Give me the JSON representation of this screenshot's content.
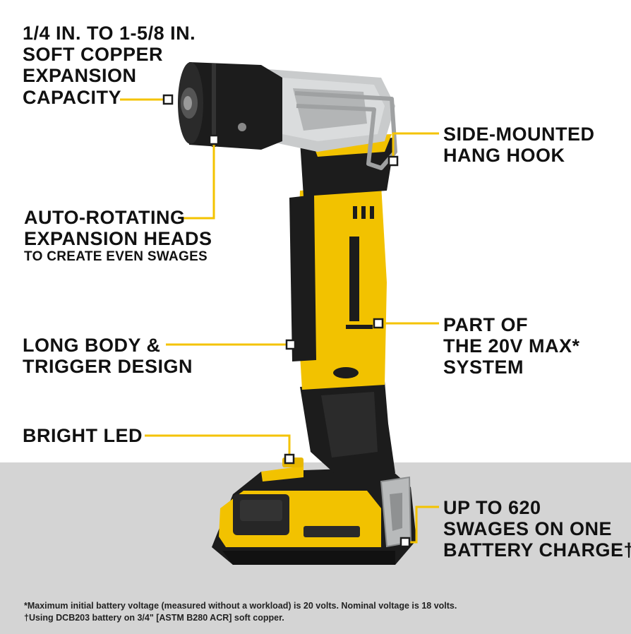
{
  "callouts": {
    "capacity": [
      "1/4 IN. TO 1-5/8 IN.",
      "SOFT COPPER",
      "EXPANSION",
      "CAPACITY"
    ],
    "hook": [
      "SIDE-MOUNTED",
      "HANG HOOK"
    ],
    "heads": [
      "AUTO-ROTATING",
      "EXPANSION HEADS"
    ],
    "heads_sub": "TO CREATE EVEN SWAGES",
    "system": [
      "PART OF",
      "THE 20V MAX*",
      "SYSTEM"
    ],
    "trigger": [
      "LONG BODY &",
      "TRIGGER DESIGN"
    ],
    "led": "BRIGHT LED",
    "swages": [
      "UP TO 620",
      "SWAGES ON ONE",
      "BATTERY CHARGE†"
    ]
  },
  "footnotes": [
    "*Maximum initial battery voltage (measured without a workload) is 20 volts. Nominal voltage is 18 volts.",
    "†Using DCB203 battery on 3/4\" [ASTM B280 ACR] soft copper."
  ],
  "colors": {
    "accent": "#f4c300",
    "tool_yellow": "#f2c200",
    "tool_black": "#1c1c1c",
    "metal": "#c9cbcc",
    "background_bottom": "#d4d4d4"
  }
}
